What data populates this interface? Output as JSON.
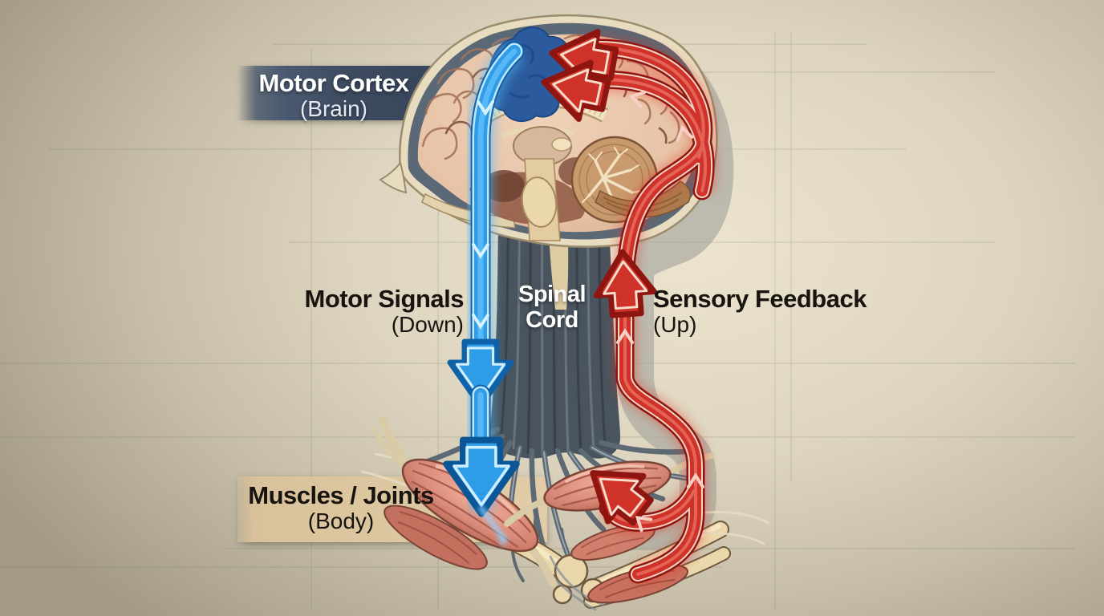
{
  "labels": {
    "motor_cortex": {
      "title": "Motor Cortex",
      "subtitle": "(Brain)"
    },
    "motor_signals": {
      "title": "Motor Signals",
      "subtitle": "(Down)"
    },
    "spinal_cord": {
      "line1": "Spinal",
      "line2": "Cord"
    },
    "sensory_feedback": {
      "title": "Sensory Feedback",
      "subtitle": "(Up)"
    },
    "muscles_joints": {
      "title": "Muscles / Joints",
      "subtitle": "(Body)"
    }
  },
  "colors": {
    "background": "#d9d1bb",
    "background_light": "#ece4cf",
    "vignette": "#a39b87",
    "motor_banner_navy": "#3e4c61",
    "muscles_banner_tan": "#d9c29b",
    "motor_path_blue": "#2f9ce8",
    "motor_path_blue_dark": "#0f62a8",
    "motor_path_blue_light": "#bfe7ff",
    "sensory_path_red": "#cf3228",
    "sensory_path_red_dark": "#8e1510",
    "sensory_path_red_light": "#f3d4c4",
    "cortex_highlight_blue": "#2b5b9d",
    "spinal_cord_gray": "#49545e",
    "peripheral_band_gray": "#a8a89f",
    "brain_tissue_pink": "#e7c2a6",
    "cerebellum_tan": "#c89a6e",
    "bone_cream": "#ead8ac",
    "muscle_red": "#d88876",
    "label_text_dark": "#17130e",
    "label_text_light": "#ffffff"
  },
  "diagram": {
    "parts": [
      "brain-sagittal-section",
      "motor-cortex-region",
      "corpus-callosum",
      "thalamus",
      "brainstem",
      "cerebellum",
      "spinal-cord-trunk",
      "nerve-roots",
      "elbow-joint-bones",
      "arm-muscles",
      "motor-pathway-arrow",
      "sensory-pathway-arrow",
      "peripheral-route-band"
    ],
    "pathways": [
      {
        "name": "motor",
        "direction": "down",
        "color": "#2f9ce8"
      },
      {
        "name": "sensory",
        "direction": "up",
        "color": "#cf3228"
      }
    ]
  }
}
